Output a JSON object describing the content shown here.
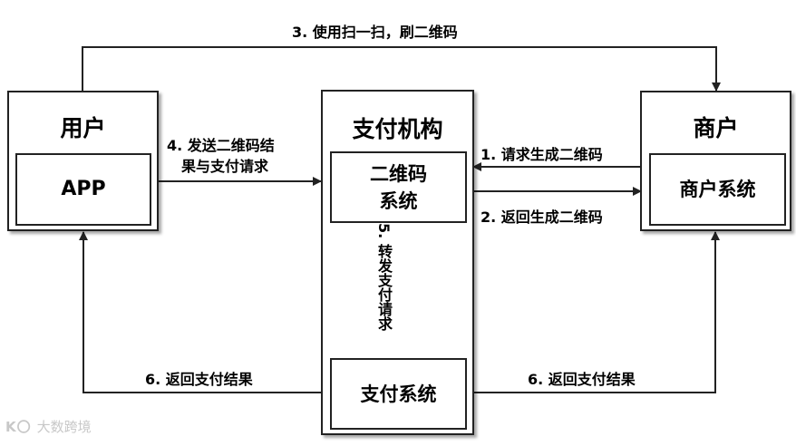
{
  "nodes": {
    "user": {
      "title": "用户",
      "inner": "APP"
    },
    "payment_org": {
      "title": "支付机构",
      "qr_system_line1": "二维码",
      "qr_system_line2": "系统",
      "pay_system": "支付系统"
    },
    "merchant": {
      "title": "商户",
      "inner": "商户系统"
    }
  },
  "edges": {
    "step1": "1. 请求生成二维码",
    "step2": "2. 返回生成二维码",
    "step3": "3. 使用扫一扫，刷二维码",
    "step4_line1": "4. 发送二维码结",
    "step4_line2": "果与支付请求",
    "step5": "5. 转发支付请求",
    "step6_left": "6. 返回支付结果",
    "step6_right": "6. 返回支付结果"
  },
  "watermark": {
    "mark": "K〇",
    "text": "大数跨境"
  },
  "colors": {
    "line": "#222222",
    "background": "#ffffff"
  }
}
